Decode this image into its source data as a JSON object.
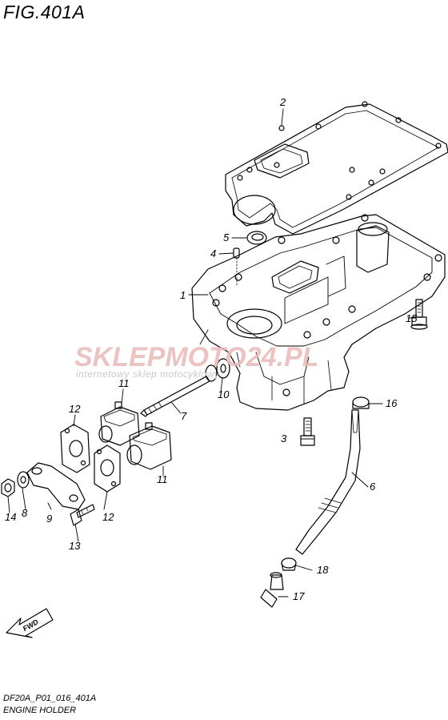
{
  "figure": {
    "title": "FIG.401A",
    "code": "DF20A_P01_016_401A",
    "name": "ENGINE HOLDER"
  },
  "watermark": {
    "brand": "SKLEPMOTO24.PL",
    "tagline": "internetowy sklep motocyklowy"
  },
  "fwd_label": "FWD",
  "callouts": [
    {
      "id": "1",
      "label": "1"
    },
    {
      "id": "2",
      "label": "2"
    },
    {
      "id": "3",
      "label": "3"
    },
    {
      "id": "4",
      "label": "4"
    },
    {
      "id": "5",
      "label": "5"
    },
    {
      "id": "6",
      "label": "6"
    },
    {
      "id": "7",
      "label": "7"
    },
    {
      "id": "8",
      "label": "8"
    },
    {
      "id": "9",
      "label": "9"
    },
    {
      "id": "10",
      "label": "10"
    },
    {
      "id": "11a",
      "label": "11"
    },
    {
      "id": "11b",
      "label": "11"
    },
    {
      "id": "12a",
      "label": "12"
    },
    {
      "id": "12b",
      "label": "12"
    },
    {
      "id": "13",
      "label": "13"
    },
    {
      "id": "14",
      "label": "14"
    },
    {
      "id": "15",
      "label": "15"
    },
    {
      "id": "16",
      "label": "16"
    },
    {
      "id": "17",
      "label": "17"
    },
    {
      "id": "18",
      "label": "18"
    }
  ],
  "colors": {
    "line": "#000000",
    "watermark": "#e8b9b9",
    "paper": "#ffffff"
  }
}
